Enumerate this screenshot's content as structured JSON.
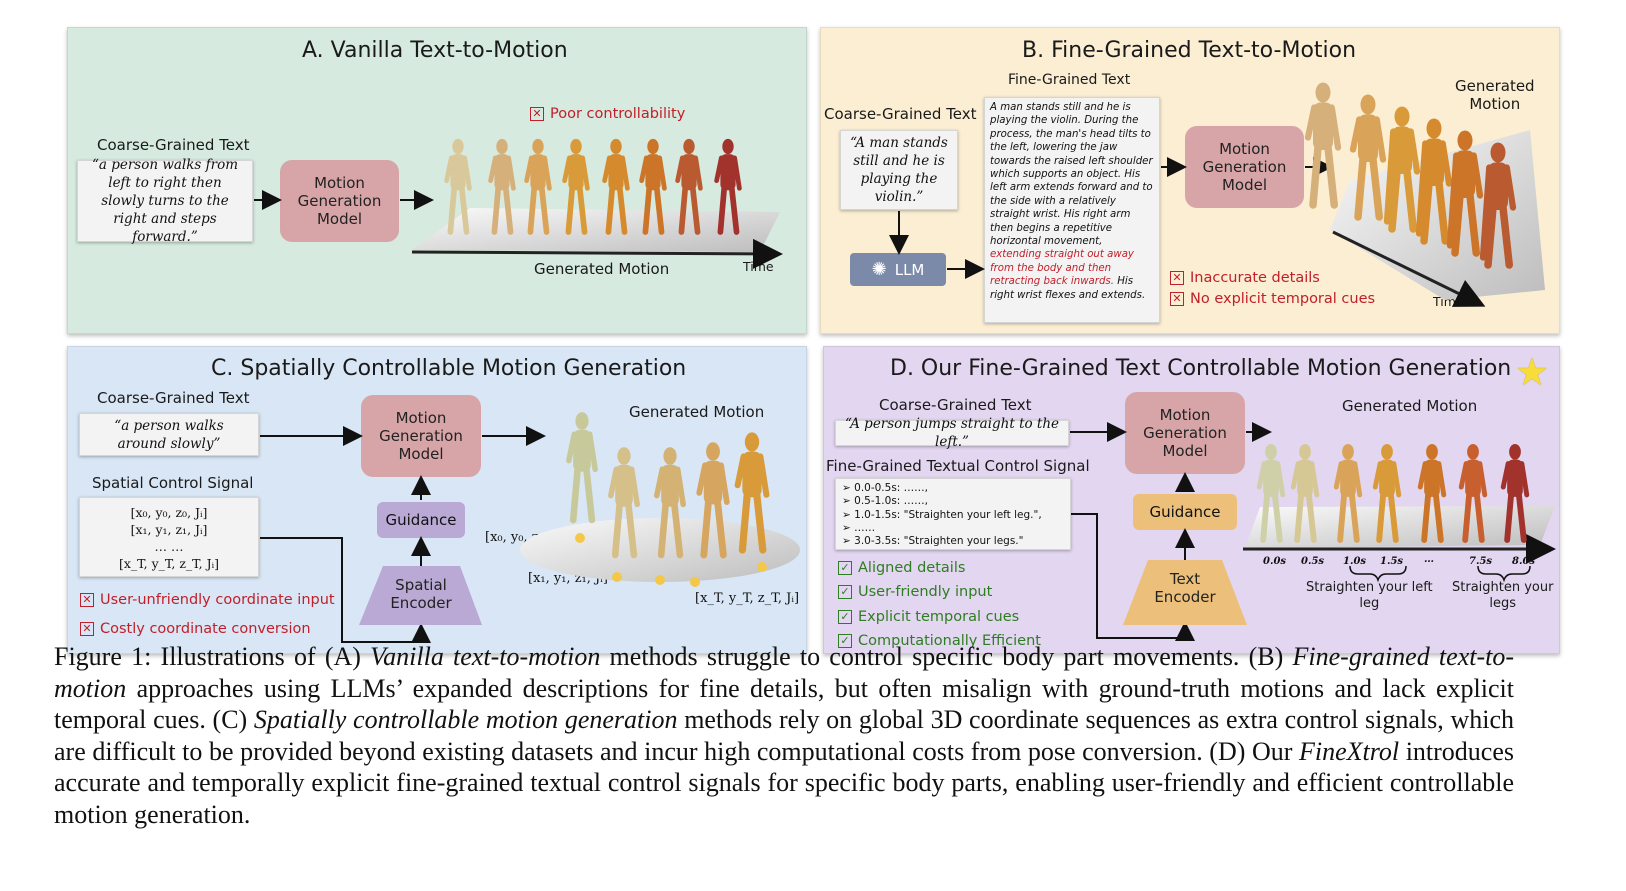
{
  "panelA": {
    "title": "A. Vanilla Text-to-Motion",
    "coarse_label": "Coarse-Grained Text",
    "coarse_text": "“a person walks from left to right then slowly turns to the right and steps forward.”",
    "model": "Motion\nGeneration\nModel",
    "bad": "Poor controllability",
    "generated": "Generated Motion",
    "time": "Time",
    "bg": "#d6eadf"
  },
  "panelB": {
    "title": "B. Fine-Grained Text-to-Motion",
    "coarse_label": "Coarse-Grained Text",
    "coarse_text": "“A man stands still and he is playing the violin.”",
    "fine_label": "Fine-Grained Text",
    "fine_text_a": "A man stands still and he is playing the violin. During the process, the man's head tilts to the left, lowering the jaw towards the raised left shoulder which supports an object. His left arm extends forward and to the side with a relatively straight wrist. His right arm then begins a repetitive horizontal movement, ",
    "fine_text_b": "extending straight out away from the body and then retracting back inwards.",
    "fine_text_c": " His right wrist flexes and extends.",
    "llm": "LLM",
    "model": "Motion\nGeneration\nModel",
    "generated": "Generated\nMotion",
    "bad1": "Inaccurate details",
    "bad2": "No explicit temporal cues",
    "time": "Time",
    "bg": "#fbeed3"
  },
  "panelC": {
    "title": "C. Spatially Controllable Motion Generation",
    "coarse_label": "Coarse-Grained Text",
    "coarse_text": "“a person walks around slowly”",
    "spatial_label": "Spatial Control Signal",
    "coords": [
      "[x₀, y₀, z₀, Jᵢ]",
      "[x₁, y₁, z₁, Jᵢ]",
      "… …",
      "[x_T, y_T, z_T, Jᵢ]"
    ],
    "model": "Motion\nGeneration\nModel",
    "guidance": "Guidance",
    "encoder": "Spatial\nEncoder",
    "generated": "Generated Motion",
    "c0": "[x₀, y₀, z₀, Jᵢ]",
    "c1": "[x₁, y₁, z₁, Jᵢ]",
    "cT": "[x_T, y_T, z_T, Jᵢ]",
    "bad1": "User-unfriendly coordinate input",
    "bad2": "Costly coordinate conversion",
    "bg": "#d8e6f5"
  },
  "panelD": {
    "title": "D. Our Fine-Grained Text Controllable Motion Generation",
    "coarse_label": "Coarse-Grained Text",
    "coarse_text": "“A person jumps straight to the left.”",
    "fine_label": "Fine-Grained Textual Control Signal",
    "signals": [
      "0.0-0.5s: ……,",
      "0.5-1.0s: ……,",
      "1.0-1.5s: \"Straighten your left leg.\",",
      "……",
      "3.0-3.5s: \"Straighten your legs.\""
    ],
    "model": "Motion\nGeneration\nModel",
    "guidance": "Guidance",
    "encoder": "Text\nEncoder",
    "generated": "Generated Motion",
    "ticks": [
      "0.0s",
      "0.5s",
      "1.0s",
      "1.5s",
      "…",
      "7.5s",
      "8.0s"
    ],
    "brace1": "Straighten your left\nleg",
    "brace2": "Straighten your\nlegs",
    "good": [
      "Aligned details",
      "User-friendly input",
      "Explicit temporal cues",
      "Computationally Efficient"
    ],
    "bg": "#e3d6f0"
  },
  "caption": {
    "p1": "Figure 1: Illustrations of (A) ",
    "i1": "Vanilla text-to-motion",
    "p2": " methods struggle to control specific body part movements. (B) ",
    "i2": "Fine-grained text-to-motion",
    "p3": " approaches using LLMs’ expanded descriptions for fine details, but often misalign with ground-truth motions and lack explicit temporal cues. (C) ",
    "i3": "Spatially controllable motion generation",
    "p4": " methods rely on global 3D coordinate sequences as extra control signals, which are difficult to be provided beyond existing datasets and incur high computational costs from pose conversion. (D) Our ",
    "i4": "FineXtrol",
    "p5": " introduces accurate and temporally explicit fine-grained textual control signals for specific body parts, enabling user-friendly and efficient controllable motion generation."
  }
}
